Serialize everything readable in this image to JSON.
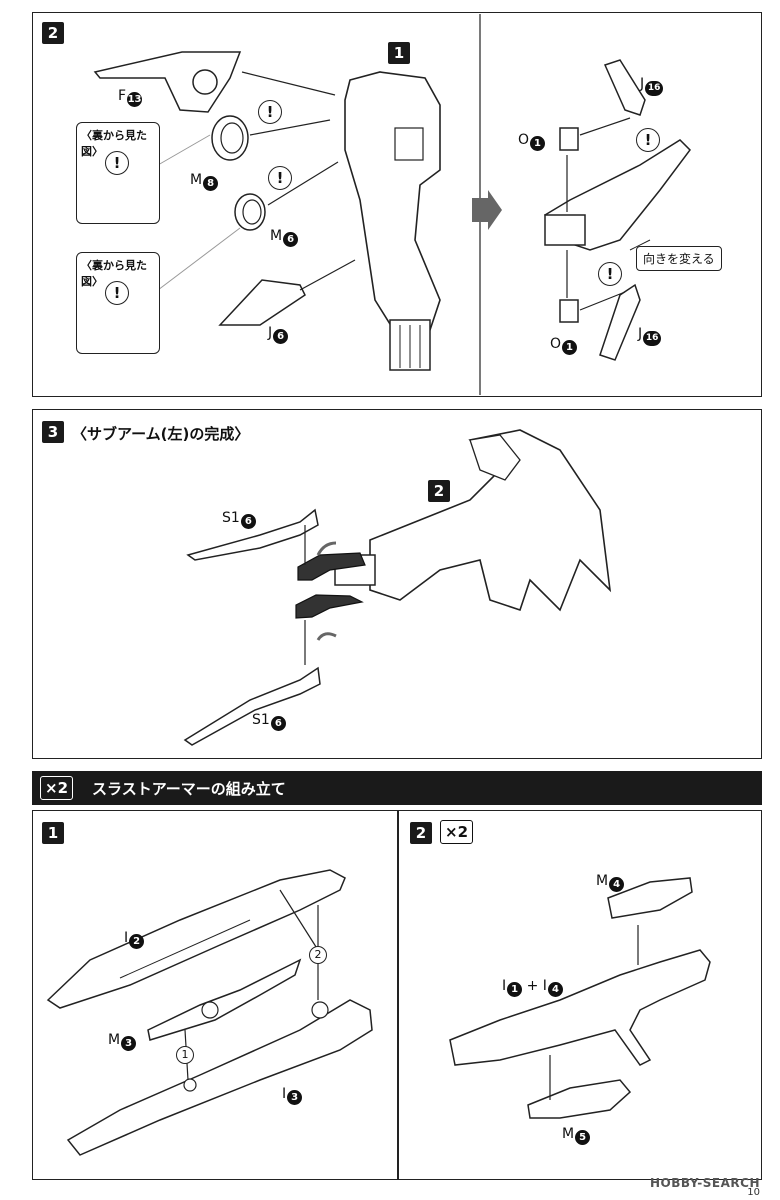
{
  "step2": {
    "num": "2",
    "ref1": "1",
    "parts": {
      "f13": {
        "letter": "F",
        "num": "13"
      },
      "m8": {
        "letter": "M",
        "num": "8"
      },
      "m6": {
        "letter": "M",
        "num": "6"
      },
      "j6": {
        "letter": "J",
        "num": "6"
      },
      "j16_top": {
        "letter": "J",
        "num": "16"
      },
      "j16_bottom": {
        "letter": "J",
        "num": "16"
      },
      "o1_top": {
        "letter": "O",
        "num": "1"
      },
      "o1_bottom": {
        "letter": "O",
        "num": "1"
      }
    },
    "back_view_label_1": "〈裏から見た図〉",
    "back_view_label_2": "〈裏から見た図〉",
    "change_direction": "向きを変える",
    "excl": "!"
  },
  "step3": {
    "num": "3",
    "title": "〈サブアーム(左)の完成〉",
    "ref2": "2",
    "s16_top": {
      "letter": "S1",
      "num": "6"
    },
    "s16_bottom": {
      "letter": "S1",
      "num": "6"
    }
  },
  "thrust": {
    "multiplier": "×2",
    "title": "スラストアーマーの組み立て",
    "step1": {
      "num": "1",
      "i2": {
        "letter": "I",
        "num": "2"
      },
      "m3": {
        "letter": "M",
        "num": "3"
      },
      "i3": {
        "letter": "I",
        "num": "3"
      },
      "marker1": "1",
      "marker2": "2"
    },
    "step2": {
      "num": "2",
      "multiplier": "×2",
      "m4": {
        "letter": "M",
        "num": "4"
      },
      "i1i4": {
        "a_letter": "I",
        "a_num": "1",
        "plus": "+",
        "b_letter": "I",
        "b_num": "4"
      },
      "m5": {
        "letter": "M",
        "num": "5"
      }
    }
  },
  "footer": {
    "watermark": "HOBBY-SEARCH",
    "page": "10"
  }
}
